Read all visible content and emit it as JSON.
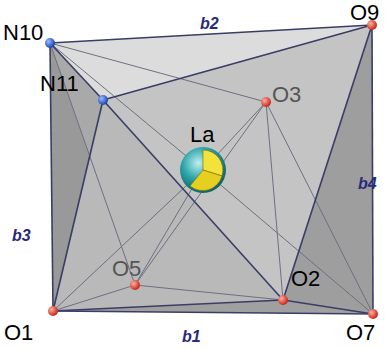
{
  "diagram": {
    "labels": [
      "N10",
      "N11",
      "O9",
      "O3",
      "La",
      "O5",
      "O2",
      "O1",
      "O7",
      "b1",
      "b2",
      "b3",
      "b4"
    ]
  }
}
